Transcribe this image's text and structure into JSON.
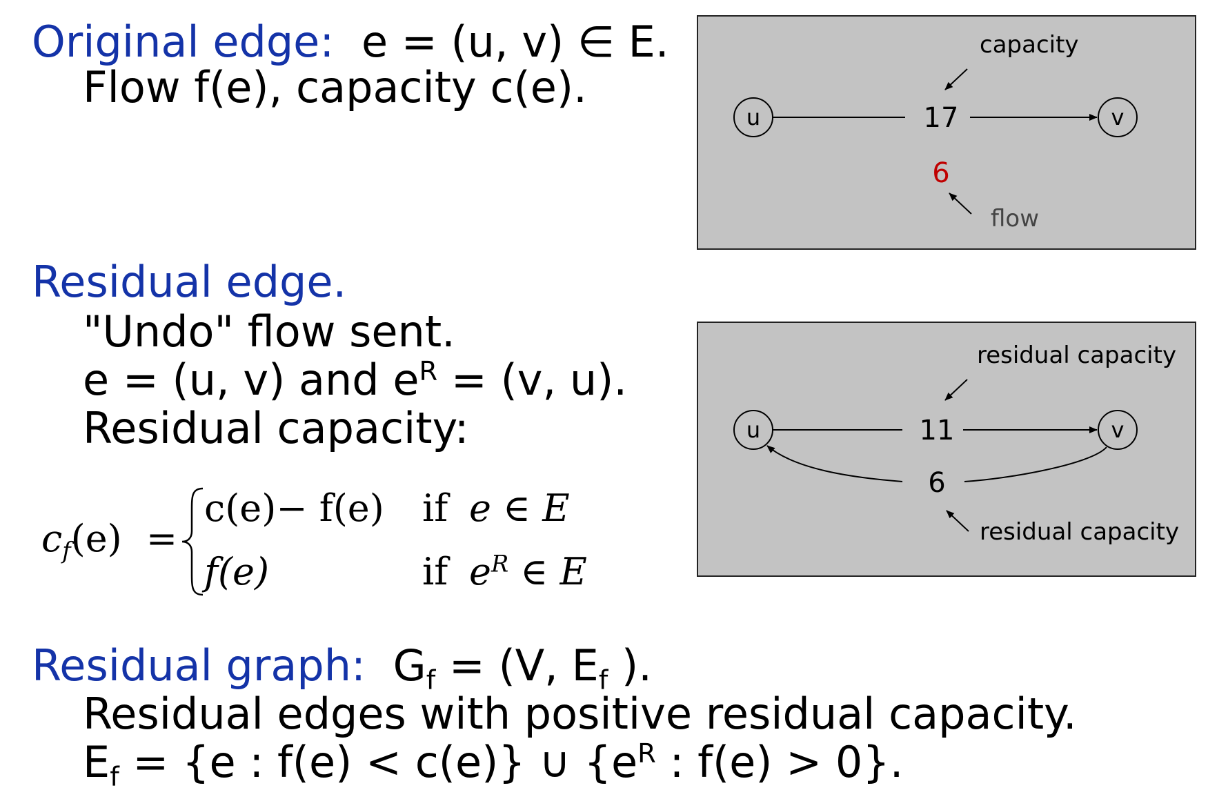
{
  "original": {
    "heading": "Original edge:",
    "definition": "e = (u, v)  ∈ E.",
    "line1": "Flow f(e), capacity c(e)."
  },
  "diagram1": {
    "node_u": "u",
    "node_v": "v",
    "capacity_value": "17",
    "flow_value": "6",
    "capacity_label": "capacity",
    "flow_label": "flow",
    "flow_color": "#c00000"
  },
  "residual": {
    "heading": "Residual edge.",
    "line1": "\"Undo\" flow sent.",
    "line2_a": "e = (u, v) and e",
    "line2_sup": "R",
    "line2_b": " = (v, u).",
    "line3": "Residual capacity:"
  },
  "formula": {
    "lhs_c": "c",
    "lhs_sub": "f",
    "lhs_rest": "(e)",
    "equals": "=",
    "case1_expr": "c(e)− f(e)",
    "case1_if": "if",
    "case1_cond": "e ∈ E",
    "case2_expr": "f(e)",
    "case2_if": "if",
    "case2_cond_e": "e",
    "case2_cond_sup": "R",
    "case2_cond_rest": " ∈ E"
  },
  "diagram2": {
    "node_u": "u",
    "node_v": "v",
    "forward_value": "11",
    "backward_value": "6",
    "top_label": "residual capacity",
    "bottom_label": "residual capacity"
  },
  "graph": {
    "heading": "Residual graph:",
    "def_a": "G",
    "def_sub1": "f",
    "def_b": " = (V, E",
    "def_sub2": "f",
    "def_c": " ).",
    "line1": "Residual edges with positive residual capacity.",
    "line2_a": "E",
    "line2_sub": "f",
    "line2_b": " = {e : f(e) < c(e)}  ∪  {e",
    "line2_sup": "R",
    "line2_c": " : f(e) > 0}."
  },
  "colors": {
    "heading": "#1433a8",
    "panel_bg": "#c3c3c3"
  }
}
